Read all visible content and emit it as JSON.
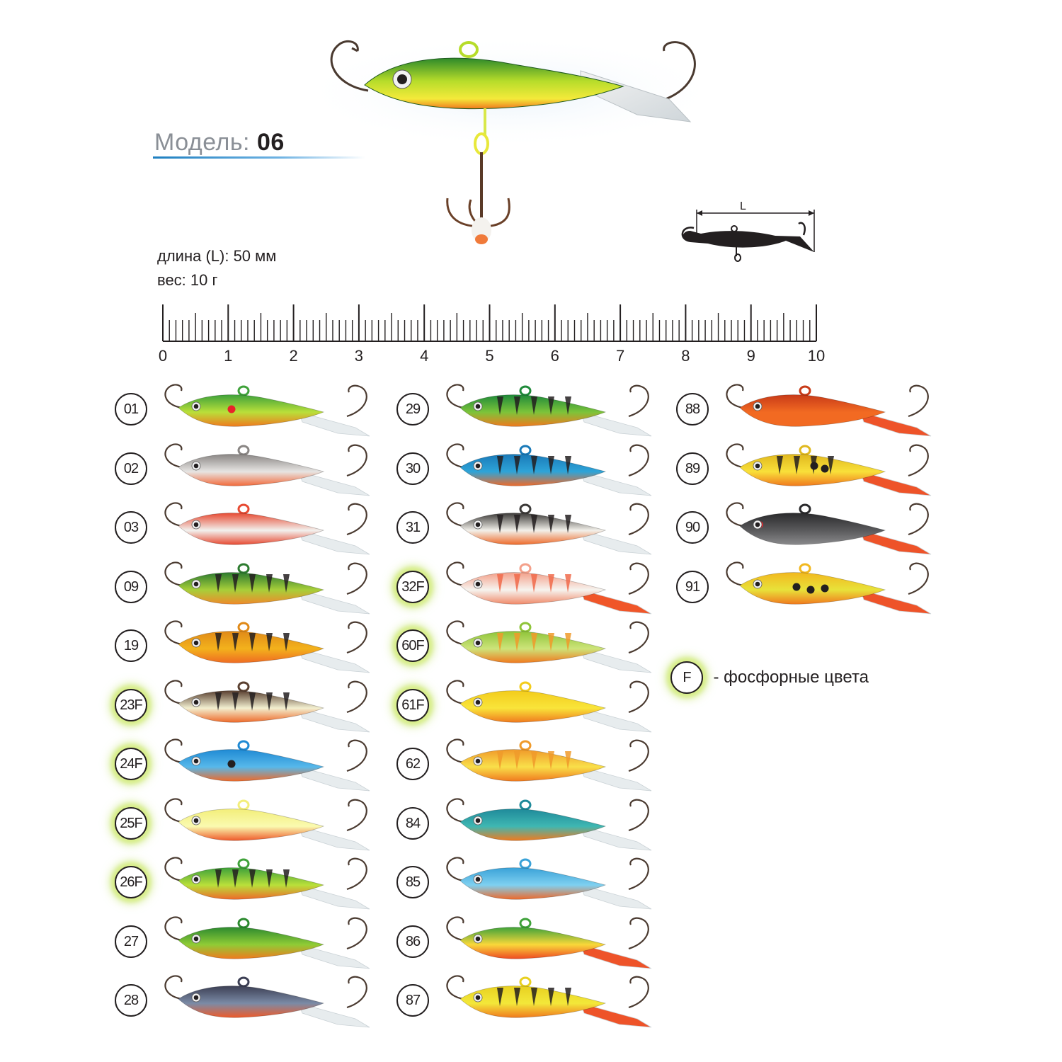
{
  "model": {
    "prefix": "Модель:",
    "number": "06"
  },
  "specs": {
    "length": "длина (L): 50 мм",
    "weight": "вес: 10 г"
  },
  "diagram": {
    "label": "L"
  },
  "ruler": {
    "labels": [
      "0",
      "1",
      "2",
      "3",
      "4",
      "5",
      "6",
      "7",
      "8",
      "9",
      "10"
    ]
  },
  "legend": {
    "badge": "F",
    "text": "- фосфорные цвета"
  },
  "columns": [
    [
      {
        "code": "01",
        "glow": false,
        "body": "#b9e03a",
        "top": "#3fa23a",
        "belly": "#f07a1e",
        "bars": 0,
        "dots": "#e8232a"
      },
      {
        "code": "02",
        "glow": false,
        "body": "#e7e5e3",
        "top": "#8a8684",
        "belly": "#f26a3b",
        "bars": 0,
        "dots": ""
      },
      {
        "code": "03",
        "glow": false,
        "body": "#f2f1ee",
        "top": "#e74a32",
        "belly": "#e74a32",
        "bars": 0,
        "dots": ""
      },
      {
        "code": "09",
        "glow": false,
        "body": "#a7cf3a",
        "top": "#2d7b2f",
        "belly": "#f08a2a",
        "bars": 5,
        "dots": ""
      },
      {
        "code": "19",
        "glow": false,
        "body": "#f3b21c",
        "top": "#e08a18",
        "belly": "#ef6b22",
        "bars": 5,
        "dots": ""
      },
      {
        "code": "23F",
        "glow": true,
        "body": "#f2efd0",
        "top": "#5a4030",
        "belly": "#ee6a2a",
        "bars": 5,
        "dots": ""
      },
      {
        "code": "24F",
        "glow": true,
        "body": "#57b8ea",
        "top": "#1f8ad4",
        "belly": "#ee6a2a",
        "bars": 0,
        "dots": "#231f20"
      },
      {
        "code": "25F",
        "glow": true,
        "body": "#fafab0",
        "top": "#f3ee7a",
        "belly": "#ef5a2a",
        "bars": 0,
        "dots": ""
      },
      {
        "code": "26F",
        "glow": true,
        "body": "#b9e03a",
        "top": "#3fa23a",
        "belly": "#ee6a2a",
        "bars": 5,
        "dots": ""
      },
      {
        "code": "27",
        "glow": false,
        "body": "#8fcc36",
        "top": "#2c8a2f",
        "belly": "#f07a1e",
        "bars": 0,
        "dots": ""
      },
      {
        "code": "28",
        "glow": false,
        "body": "#7b8ba6",
        "top": "#3c3f54",
        "belly": "#ee5a2a",
        "bars": 0,
        "dots": ""
      }
    ],
    [
      {
        "code": "29",
        "glow": false,
        "body": "#7cc43a",
        "top": "#1f8a3a",
        "belly": "#f07a1e",
        "bars": 5,
        "dots": ""
      },
      {
        "code": "30",
        "glow": false,
        "body": "#2ea4d8",
        "top": "#1a7ab8",
        "belly": "#ee6a2a",
        "bars": 5,
        "dots": ""
      },
      {
        "code": "31",
        "glow": false,
        "body": "#f2f0ea",
        "top": "#3c3a38",
        "belly": "#ee6a2a",
        "bars": 5,
        "dots": ""
      },
      {
        "code": "32F",
        "glow": true,
        "body": "#f6f4ef",
        "top": "#f4a08a",
        "belly": "#f08a6a",
        "bars": 5,
        "dots": "",
        "tail": "#f04d1e"
      },
      {
        "code": "60F",
        "glow": true,
        "body": "#cde47a",
        "top": "#8fc43a",
        "belly": "#f07a1e",
        "bars": 5,
        "dots": ""
      },
      {
        "code": "61F",
        "glow": true,
        "body": "#f9e53a",
        "top": "#f3cc1c",
        "belly": "#f07a1e",
        "bars": 0,
        "dots": ""
      },
      {
        "code": "62",
        "glow": false,
        "body": "#f9e04a",
        "top": "#f09a2a",
        "belly": "#f07a1e",
        "bars": 5,
        "dots": ""
      },
      {
        "code": "84",
        "glow": false,
        "body": "#3fb7b2",
        "top": "#1f8a9a",
        "belly": "#f07a1e",
        "bars": 0,
        "dots": ""
      },
      {
        "code": "85",
        "glow": false,
        "body": "#7fd0f0",
        "top": "#3aa2d8",
        "belly": "#ee6a2a",
        "bars": 0,
        "dots": ""
      },
      {
        "code": "86",
        "glow": false,
        "body": "#f9d83a",
        "top": "#3fa23a",
        "belly": "#ee4a22",
        "bars": 0,
        "dots": "",
        "tail": "#ee4a1e"
      },
      {
        "code": "87",
        "glow": false,
        "body": "#f3e83a",
        "top": "#e8d020",
        "belly": "#f07a1e",
        "bars": 5,
        "dots": "",
        "tail": "#ee4a1e"
      }
    ],
    [
      {
        "code": "88",
        "glow": false,
        "body": "#f26a22",
        "top": "#c83a18",
        "belly": "#f26a22",
        "bars": 0,
        "dots": "",
        "tail": "#ee4a1e"
      },
      {
        "code": "89",
        "glow": false,
        "body": "#f9e03a",
        "top": "#e0b81e",
        "belly": "#f07a1e",
        "bars": 4,
        "dots": "#231f20",
        "tail": "#ee4a1e"
      },
      {
        "code": "90",
        "glow": false,
        "body": "#5a5a5c",
        "top": "#2a2a2c",
        "belly": "#8a8a8c",
        "bars": 0,
        "dots": "#e8232a",
        "tail": "#ee4a1e"
      },
      {
        "code": "91",
        "glow": false,
        "body": "#e8e23a",
        "top": "#f2b81e",
        "belly": "#f07a1e",
        "bars": 0,
        "dots": "#231f20",
        "tail": "#ee4a1e"
      }
    ]
  ]
}
